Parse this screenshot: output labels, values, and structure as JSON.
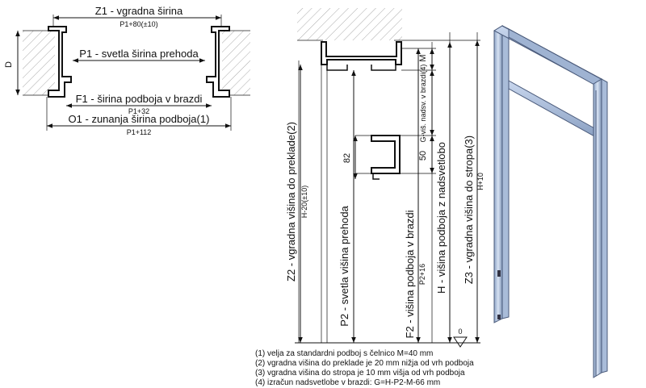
{
  "plan": {
    "z1_label": "Z1 - vgradna širina",
    "z1_formula": "P1+80(±10)",
    "p1_label": "P1 - svetla širina prehoda",
    "f1_label": "F1 - širina podboja v brazdi",
    "f1_formula": "P1+32",
    "o1_label": "O1 - zunanja širina podboja(1)",
    "o1_formula": "P1+112",
    "d_label": "D"
  },
  "section": {
    "m_label": "M",
    "g_label": "G-viš. nadsv. v brazdi(4)",
    "dim_82": "82",
    "dim_50": "50",
    "z2_label": "Z2 - vgradna višina do preklade(2)",
    "z2_formula": "H-20(±10)",
    "p2_label": "P2 - svetla višina prehoda",
    "f2_label": "F2 - višina podboja v brazdi",
    "f2_formula": "P2+16",
    "h_label": "H - višina podboja z nadsvetlobo",
    "z3_label": "Z3 - vgradna višina do stropa(3)",
    "z3_formula": "H+10",
    "floor_label": "0"
  },
  "notes": [
    "(1) velja za standardni podboj s čelnico M=40 mm",
    "(2) vgradna višina do preklade je 20 mm nižja od vrh podboja",
    "(3) vgradna višina do stropa je 10 mm višja od vrh podboja",
    "(4) izračun nadsvetlobe v brazdi: G=H-P2-M-66 mm"
  ]
}
